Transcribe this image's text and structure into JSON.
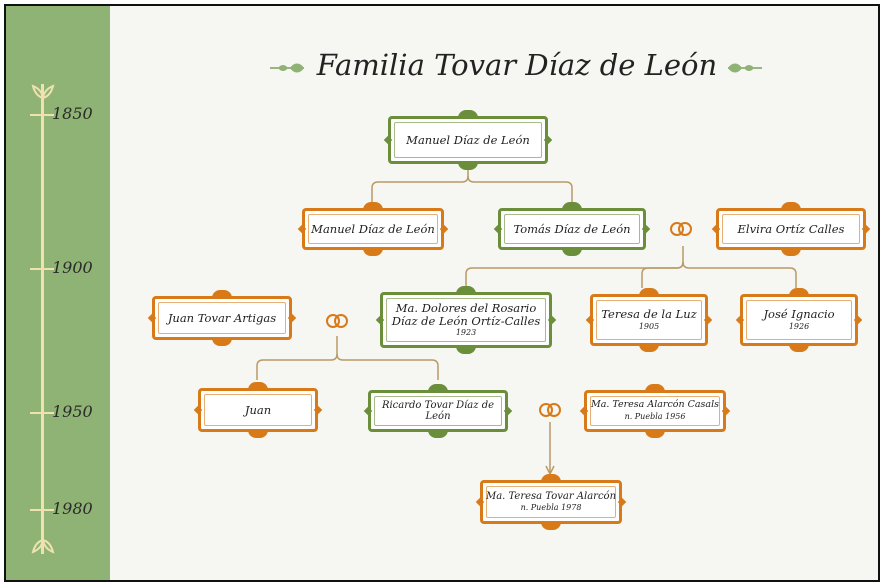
{
  "title": "Familia Tovar Díaz de León",
  "timeline": {
    "years": [
      "1850",
      "1900",
      "1950",
      "1980"
    ]
  },
  "colors": {
    "sidebar": "#8fb374",
    "green_border": "#6b8e3a",
    "orange_border": "#d97a18",
    "connector": "#b99a66"
  },
  "nodes": {
    "manuel_root": {
      "name": "Manuel Díaz de León",
      "color": "green"
    },
    "manuel_child": {
      "name": "Manuel Díaz de León",
      "color": "orange"
    },
    "tomas": {
      "name": "Tomás Díaz de León",
      "color": "green"
    },
    "elvira": {
      "name": "Elvira Ortíz Calles",
      "color": "orange"
    },
    "juan_tovar": {
      "name": "Juan Tovar Artigas",
      "color": "orange"
    },
    "dolores": {
      "name": "Ma. Dolores del Rosario Díaz de León Ortíz-Calles",
      "year": "1923",
      "color": "green"
    },
    "teresa_luz": {
      "name": "Teresa de la Luz",
      "year": "1905",
      "color": "orange"
    },
    "jose": {
      "name": "José Ignacio",
      "year": "1926",
      "color": "orange"
    },
    "juan": {
      "name": "Juan",
      "color": "orange"
    },
    "ricardo": {
      "name": "Ricardo Tovar Díaz de León",
      "color": "green"
    },
    "teresa_alarcon": {
      "name": "Ma. Teresa Alarcón Casals",
      "sub": "n. Puebla 1956",
      "color": "orange"
    },
    "teresa_tovar": {
      "name": "Ma. Teresa Tovar Alarcón",
      "sub": "n. Puebla 1978",
      "color": "orange"
    }
  },
  "icons": {
    "marriage": "wedding-rings-icon",
    "title_ornament": "leaf-sprig-icon",
    "timeline_ornament": "fleur-icon"
  }
}
